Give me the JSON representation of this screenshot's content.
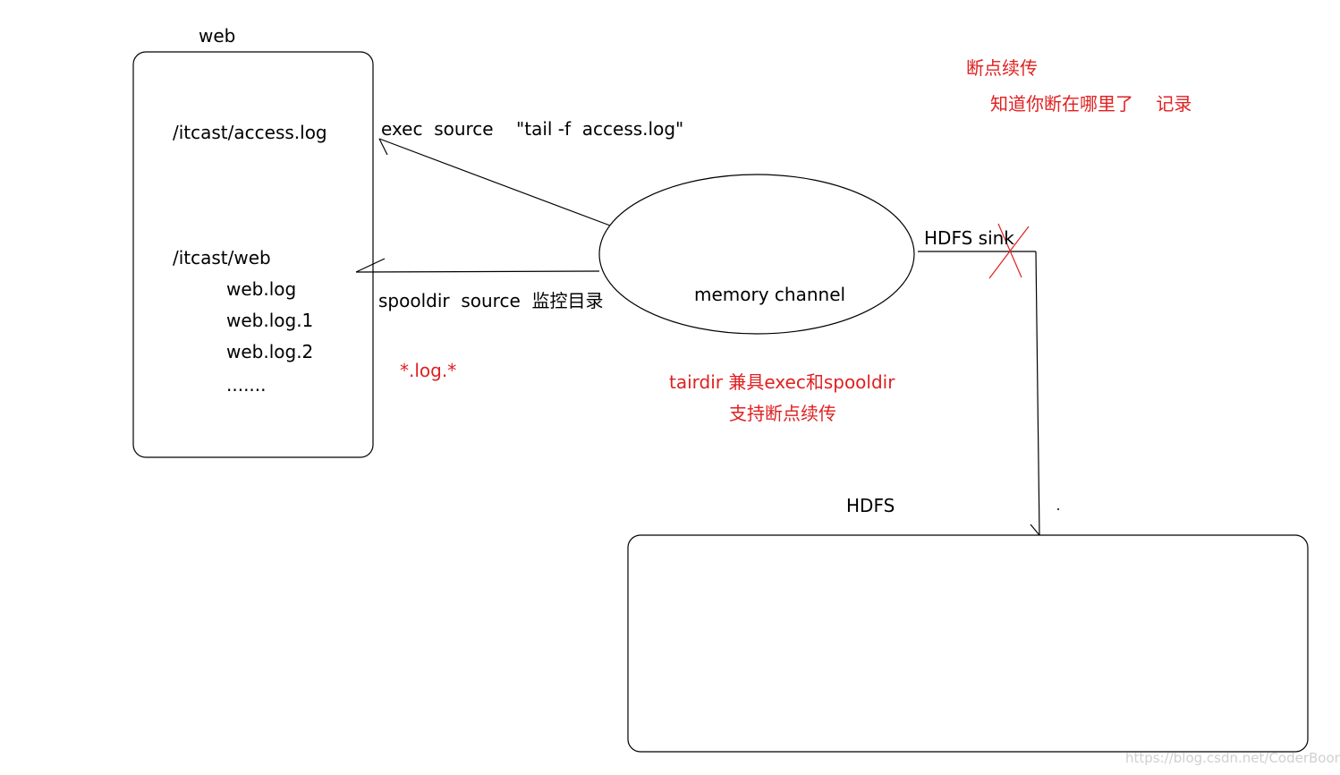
{
  "web_box": {
    "title": "web",
    "access_log_path": "/itcast/access.log",
    "web_dir_path": "/itcast/web",
    "files": [
      "web.log",
      "web.log.1",
      "web.log.2",
      "......."
    ],
    "wildcard": "*.log.*"
  },
  "sources": {
    "exec_label": "exec  source    \"tail -f  access.log\"",
    "spooldir_label": "spooldir  source  监控目录"
  },
  "channel": {
    "label": "memory channel"
  },
  "sink": {
    "label": "HDFS sink"
  },
  "tairdir_note": {
    "line1": "tairdir 兼具exec和spooldir",
    "line2": "支持断点续传"
  },
  "resume_note": {
    "title": "断点续传",
    "detail": "知道你断在哪里了    记录"
  },
  "hdfs": {
    "label": "HDFS"
  },
  "watermark": "https://blog.csdn.net/CoderBoom",
  "colors": {
    "ink": "#000000",
    "annotation": "#e02020",
    "watermark": "#d0d0d0"
  }
}
